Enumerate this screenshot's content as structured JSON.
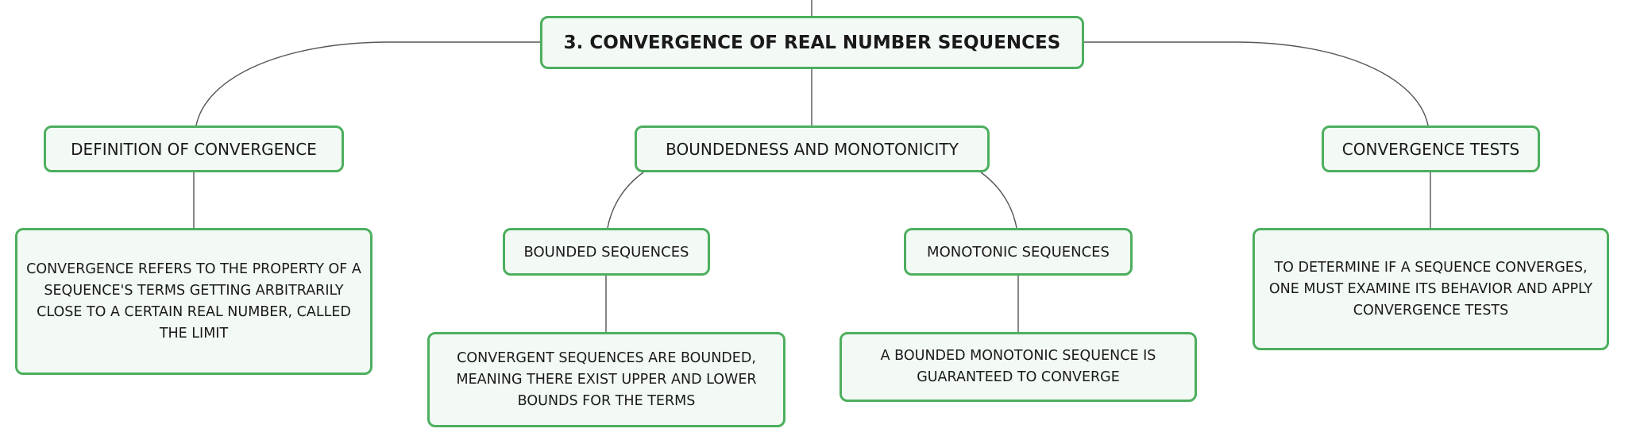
{
  "diagram": {
    "root": {
      "label": "3. CONVERGENCE OF REAL NUMBER SEQUENCES"
    },
    "branches": [
      {
        "label": "DEFINITION OF CONVERGENCE",
        "detail": "CONVERGENCE REFERS TO THE PROPERTY OF A SEQUENCE'S TERMS GETTING ARBITRARILY CLOSE TO A CERTAIN REAL NUMBER, CALLED THE LIMIT"
      },
      {
        "label": "BOUNDEDNESS AND MONOTONICITY",
        "children": [
          {
            "label": "BOUNDED SEQUENCES",
            "detail": "CONVERGENT SEQUENCES ARE BOUNDED, MEANING THERE EXIST UPPER AND LOWER BOUNDS FOR THE TERMS"
          },
          {
            "label": "MONOTONIC SEQUENCES",
            "detail": "A BOUNDED MONOTONIC SEQUENCE IS GUARANTEED TO CONVERGE"
          }
        ]
      },
      {
        "label": "CONVERGENCE TESTS",
        "detail": "TO DETERMINE IF A SEQUENCE CONVERGES, ONE MUST EXAMINE ITS BEHAVIOR AND APPLY CONVERGENCE TESTS"
      }
    ],
    "colors": {
      "node_border": "#4caf5e",
      "node_fill": "#f3f9f4",
      "connector": "#555555"
    }
  }
}
